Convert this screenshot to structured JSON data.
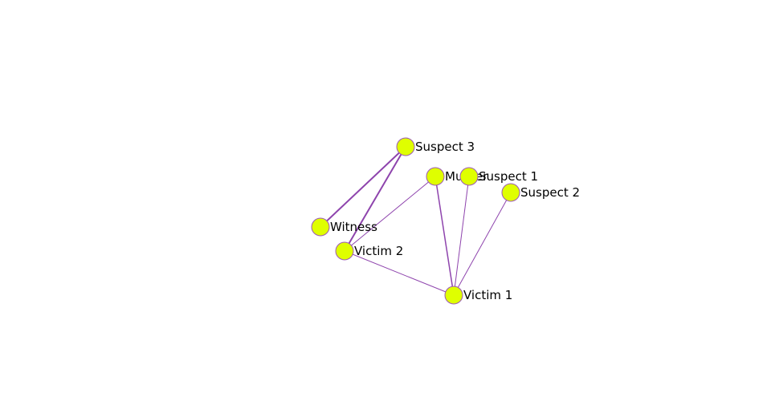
{
  "graph": {
    "style": {
      "node_fill": "#dfff00",
      "node_stroke": "#9b59b6",
      "edge_color": "#8e44ad",
      "label_color": "#000000"
    },
    "nodes": [
      {
        "id": "suspect3",
        "label": "Suspect 3"
      },
      {
        "id": "murder",
        "label": "Murder"
      },
      {
        "id": "suspect1",
        "label": "Suspect 1"
      },
      {
        "id": "suspect2",
        "label": "Suspect 2"
      },
      {
        "id": "witness",
        "label": "Witness"
      },
      {
        "id": "victim2",
        "label": "Victim 2"
      },
      {
        "id": "victim1",
        "label": "Victim 1"
      }
    ],
    "edges": [
      {
        "source": "suspect3",
        "target": "witness",
        "weight": 2
      },
      {
        "source": "suspect3",
        "target": "victim2",
        "weight": 2
      },
      {
        "source": "murder",
        "target": "victim2",
        "weight": 1
      },
      {
        "source": "murder",
        "target": "victim1",
        "weight": 1.5
      },
      {
        "source": "suspect1",
        "target": "victim1",
        "weight": 1
      },
      {
        "source": "suspect2",
        "target": "victim1",
        "weight": 1
      },
      {
        "source": "victim2",
        "target": "victim1",
        "weight": 1
      }
    ]
  }
}
